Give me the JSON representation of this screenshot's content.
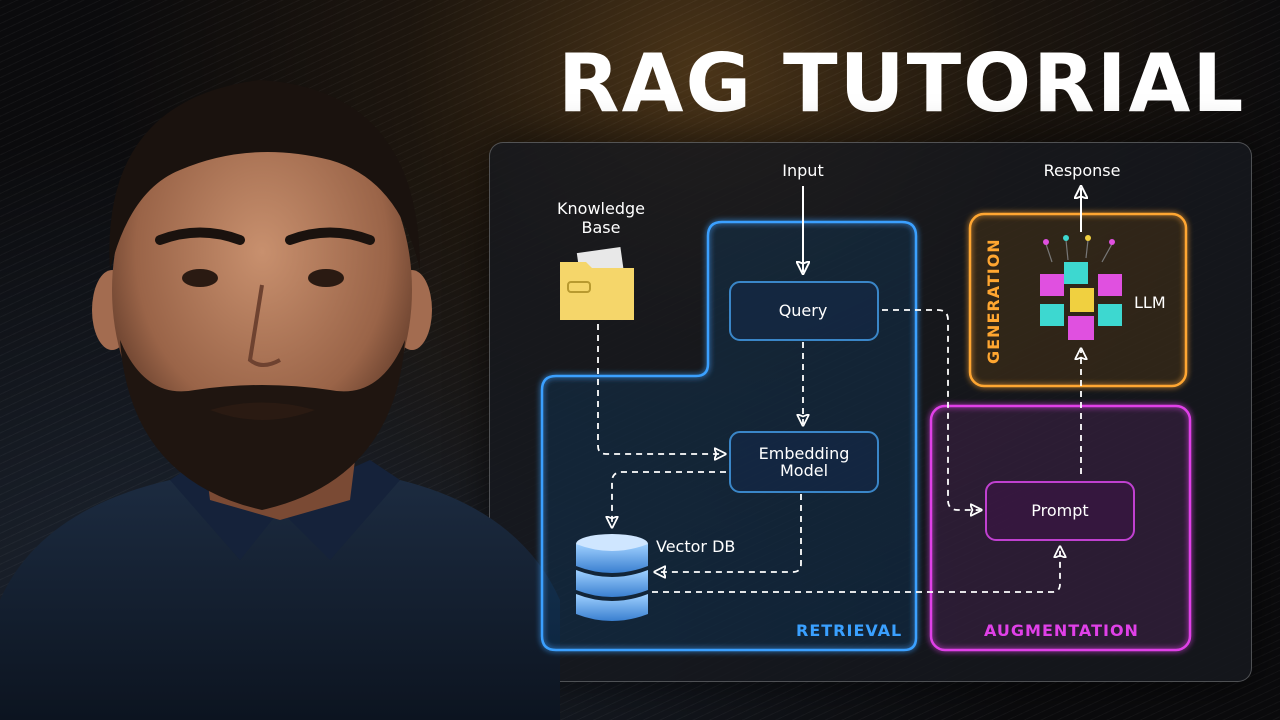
{
  "title": "RAG TUTORIAL",
  "nodes": {
    "input": "Input",
    "knowledge_base": [
      "Knowledge",
      "Base"
    ],
    "query": "Query",
    "embedding_model": [
      "Embedding",
      "Model"
    ],
    "vector_db": "Vector DB",
    "prompt": "Prompt",
    "llm": "LLM",
    "response": "Response"
  },
  "sections": {
    "retrieval": "RETRIEVAL",
    "augmentation": "AUGMENTATION",
    "generation": "GENERATION"
  },
  "colors": {
    "retrieval": "#3aa0ff",
    "augmentation": "#e040e8",
    "generation": "#ffa630",
    "node_border": "#3a86c8",
    "folder": "#f5d66a"
  }
}
